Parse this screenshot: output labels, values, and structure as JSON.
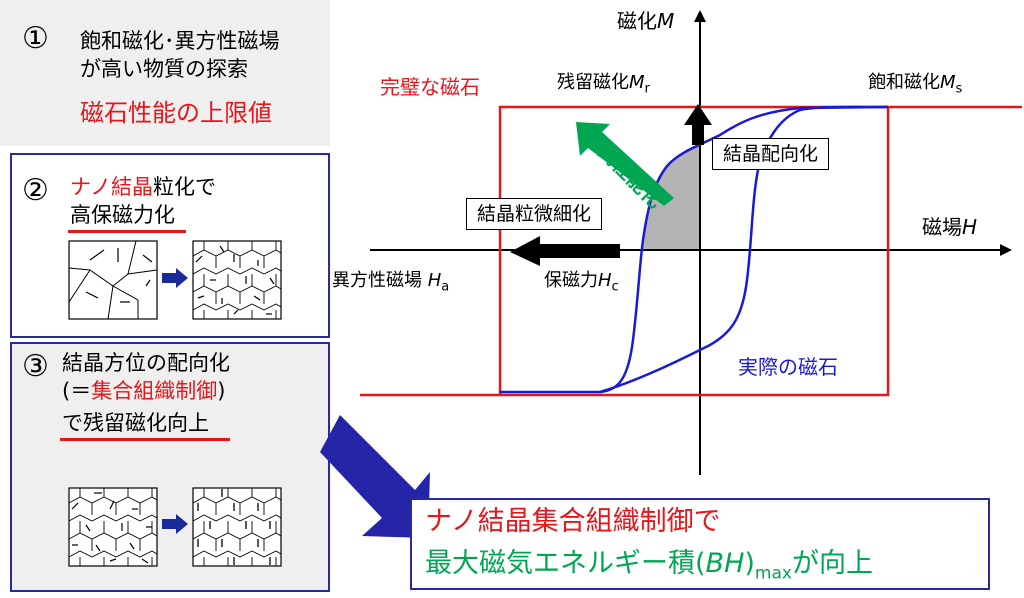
{
  "panel1": {
    "number": "①",
    "line1": "飽和磁化･異方性磁場",
    "line2": "が高い物質の探索",
    "highlight": "磁石性能の上限値"
  },
  "panel2": {
    "number": "②",
    "line1_red": "ナノ結晶",
    "line1_rest": "粒化で",
    "line2": "高保磁力化"
  },
  "panel3": {
    "number": "③",
    "line1": "結晶方位の配向化",
    "line2_open": "(＝",
    "line2_red": "集合組織制御",
    "line2_close": ")",
    "line3_pre": "で",
    "line3_underlined": "残留磁化向上"
  },
  "graph": {
    "axis_y": "磁化",
    "axis_y_var": "M",
    "axis_x": "磁場",
    "axis_x_var": "H",
    "perfect_magnet": "完璧な磁石",
    "remanence": "残留磁化",
    "remanence_var": "M",
    "remanence_sub": "r",
    "saturation": "飽和磁化",
    "saturation_var": "M",
    "saturation_sub": "s",
    "high_perf": "高性能化",
    "crystal_orientation": "結晶配向化",
    "grain_refinement": "結晶粒微細化",
    "anisotropy": "異方性磁場",
    "anisotropy_var": "H",
    "anisotropy_sub": "a",
    "coercivity": "保磁力",
    "coercivity_var": "H",
    "coercivity_sub": "c",
    "actual_magnet": "実際の磁石"
  },
  "bottom": {
    "line1": "ナノ結晶集合組織制御で",
    "line2_green": "最大磁気エネルギー積(",
    "line2_var": "BH",
    "line2_close": ")",
    "line2_sub": "max",
    "line2_end": "が向上"
  },
  "colors": {
    "red": "#e8151b",
    "green": "#00a651",
    "blue": "#1a1ad6",
    "navy": "#2a2aa0",
    "panel_gray": "#efefef"
  }
}
